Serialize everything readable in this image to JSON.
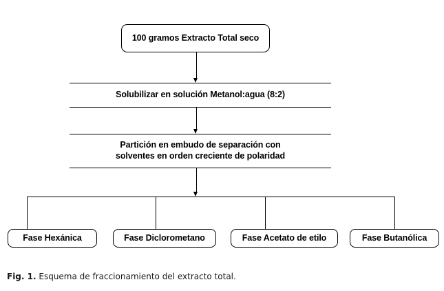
{
  "figure": {
    "caption_label": "Fig. 1.",
    "caption_text": " Esquema de fraccionamiento del extracto total."
  },
  "flowchart": {
    "type": "flowchart",
    "orientation": "top-down",
    "line_color": "#000000",
    "background_color": "#ffffff",
    "nodes": [
      {
        "id": "start",
        "shape": "rounded-rectangle",
        "label": "100 gramos Extracto Total seco"
      },
      {
        "id": "step-1",
        "shape": "open-rule-block",
        "label": "Solubilizar en solución Metanol:agua (8:2)"
      },
      {
        "id": "step-2",
        "shape": "open-rule-block",
        "label_line_1": "Partición en embudo de separación con",
        "label_line_2": "solventes en orden creciente de polaridad"
      }
    ],
    "branches": [
      {
        "id": "fase-hexanica",
        "label": "Fase Hexánica"
      },
      {
        "id": "fase-diclorometano",
        "label": "Fase Diclorometano"
      },
      {
        "id": "fase-acetato-etilo",
        "label": "Fase Acetato de etilo"
      },
      {
        "id": "fase-butanolica",
        "label": "Fase Butanólica"
      }
    ]
  }
}
